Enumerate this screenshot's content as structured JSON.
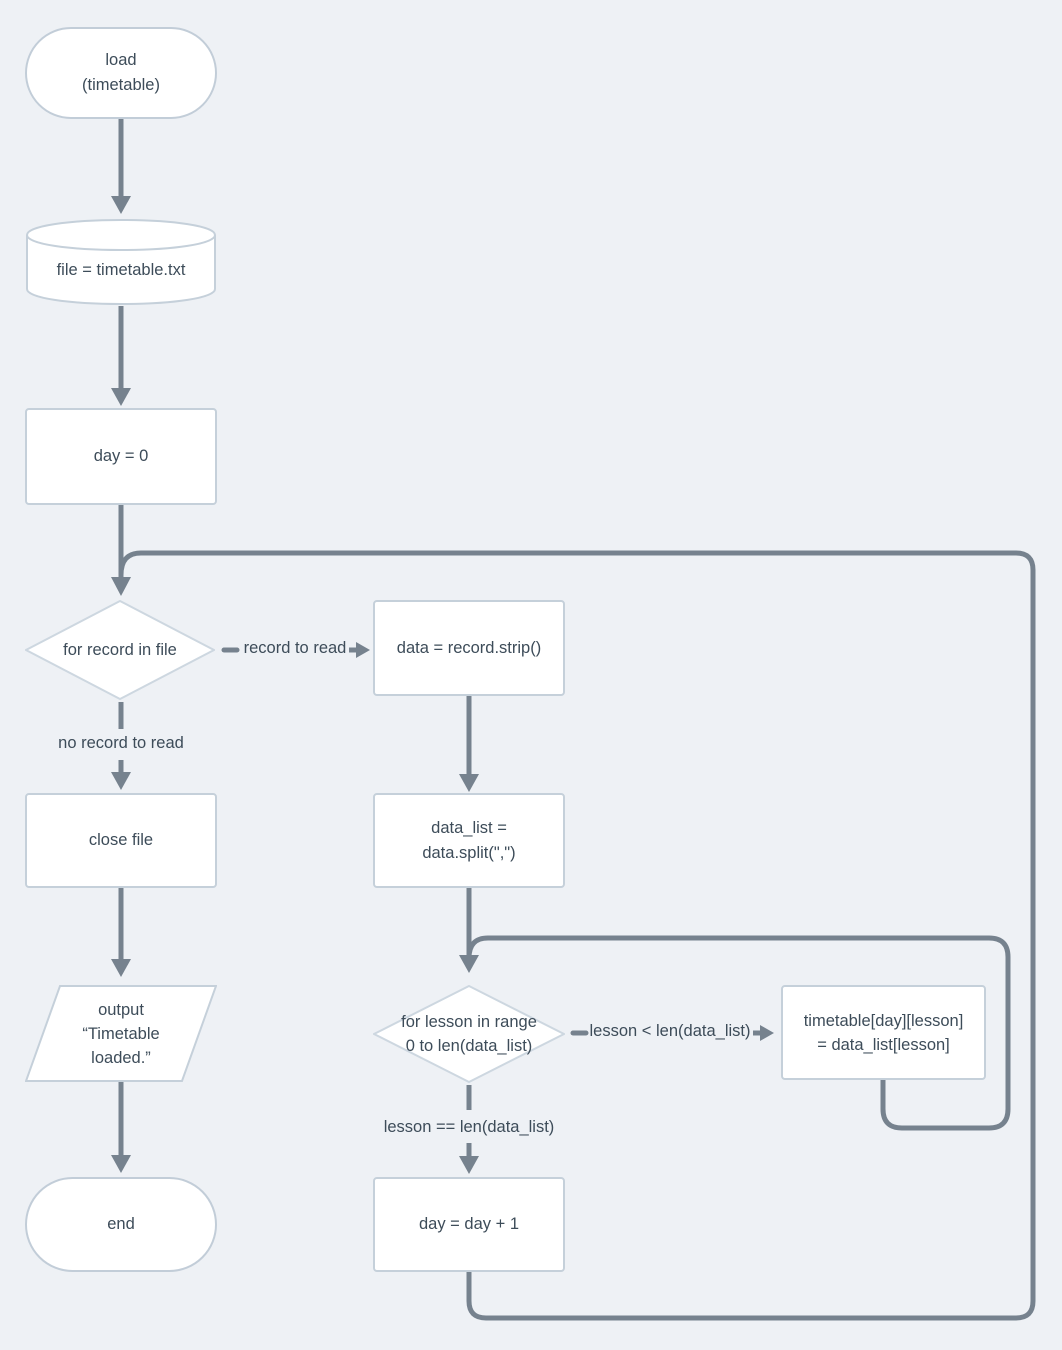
{
  "diagram": {
    "type": "flowchart",
    "colors": {
      "background": "#eef1f5",
      "connector": "#76828e",
      "shape_fill": "#ffffff",
      "shape_border": "#c5d0da",
      "text": "#3d4c59"
    },
    "nodes": {
      "start": {
        "shape": "stadium",
        "lines": [
          "load",
          "(timetable)"
        ]
      },
      "file": {
        "shape": "database",
        "label": "file = timetable.txt"
      },
      "day0": {
        "shape": "process",
        "label": "day = 0"
      },
      "record_loop": {
        "shape": "decision",
        "label": "for record in file"
      },
      "strip": {
        "shape": "process",
        "label": "data = record.strip()"
      },
      "close_file": {
        "shape": "process",
        "label": "close file"
      },
      "split": {
        "shape": "process",
        "lines": [
          "data_list =",
          "data.split(\",\")"
        ]
      },
      "output": {
        "shape": "parallelogram",
        "lines": [
          "output",
          "“Timetable",
          "loaded.”"
        ]
      },
      "lesson_loop": {
        "shape": "decision",
        "lines": [
          "for lesson in range",
          "0 to len(data_list)"
        ]
      },
      "assign": {
        "shape": "process",
        "lines": [
          "timetable[day][lesson]",
          "= data_list[lesson]"
        ]
      },
      "day_inc": {
        "shape": "process",
        "label": "day = day + 1"
      },
      "end": {
        "shape": "stadium",
        "label": "end"
      }
    },
    "edge_labels": {
      "record_to_read": "record to read",
      "no_record": "no record to read",
      "lesson_lt": "lesson < len(data_list)",
      "lesson_eq": "lesson == len(data_list)"
    }
  }
}
